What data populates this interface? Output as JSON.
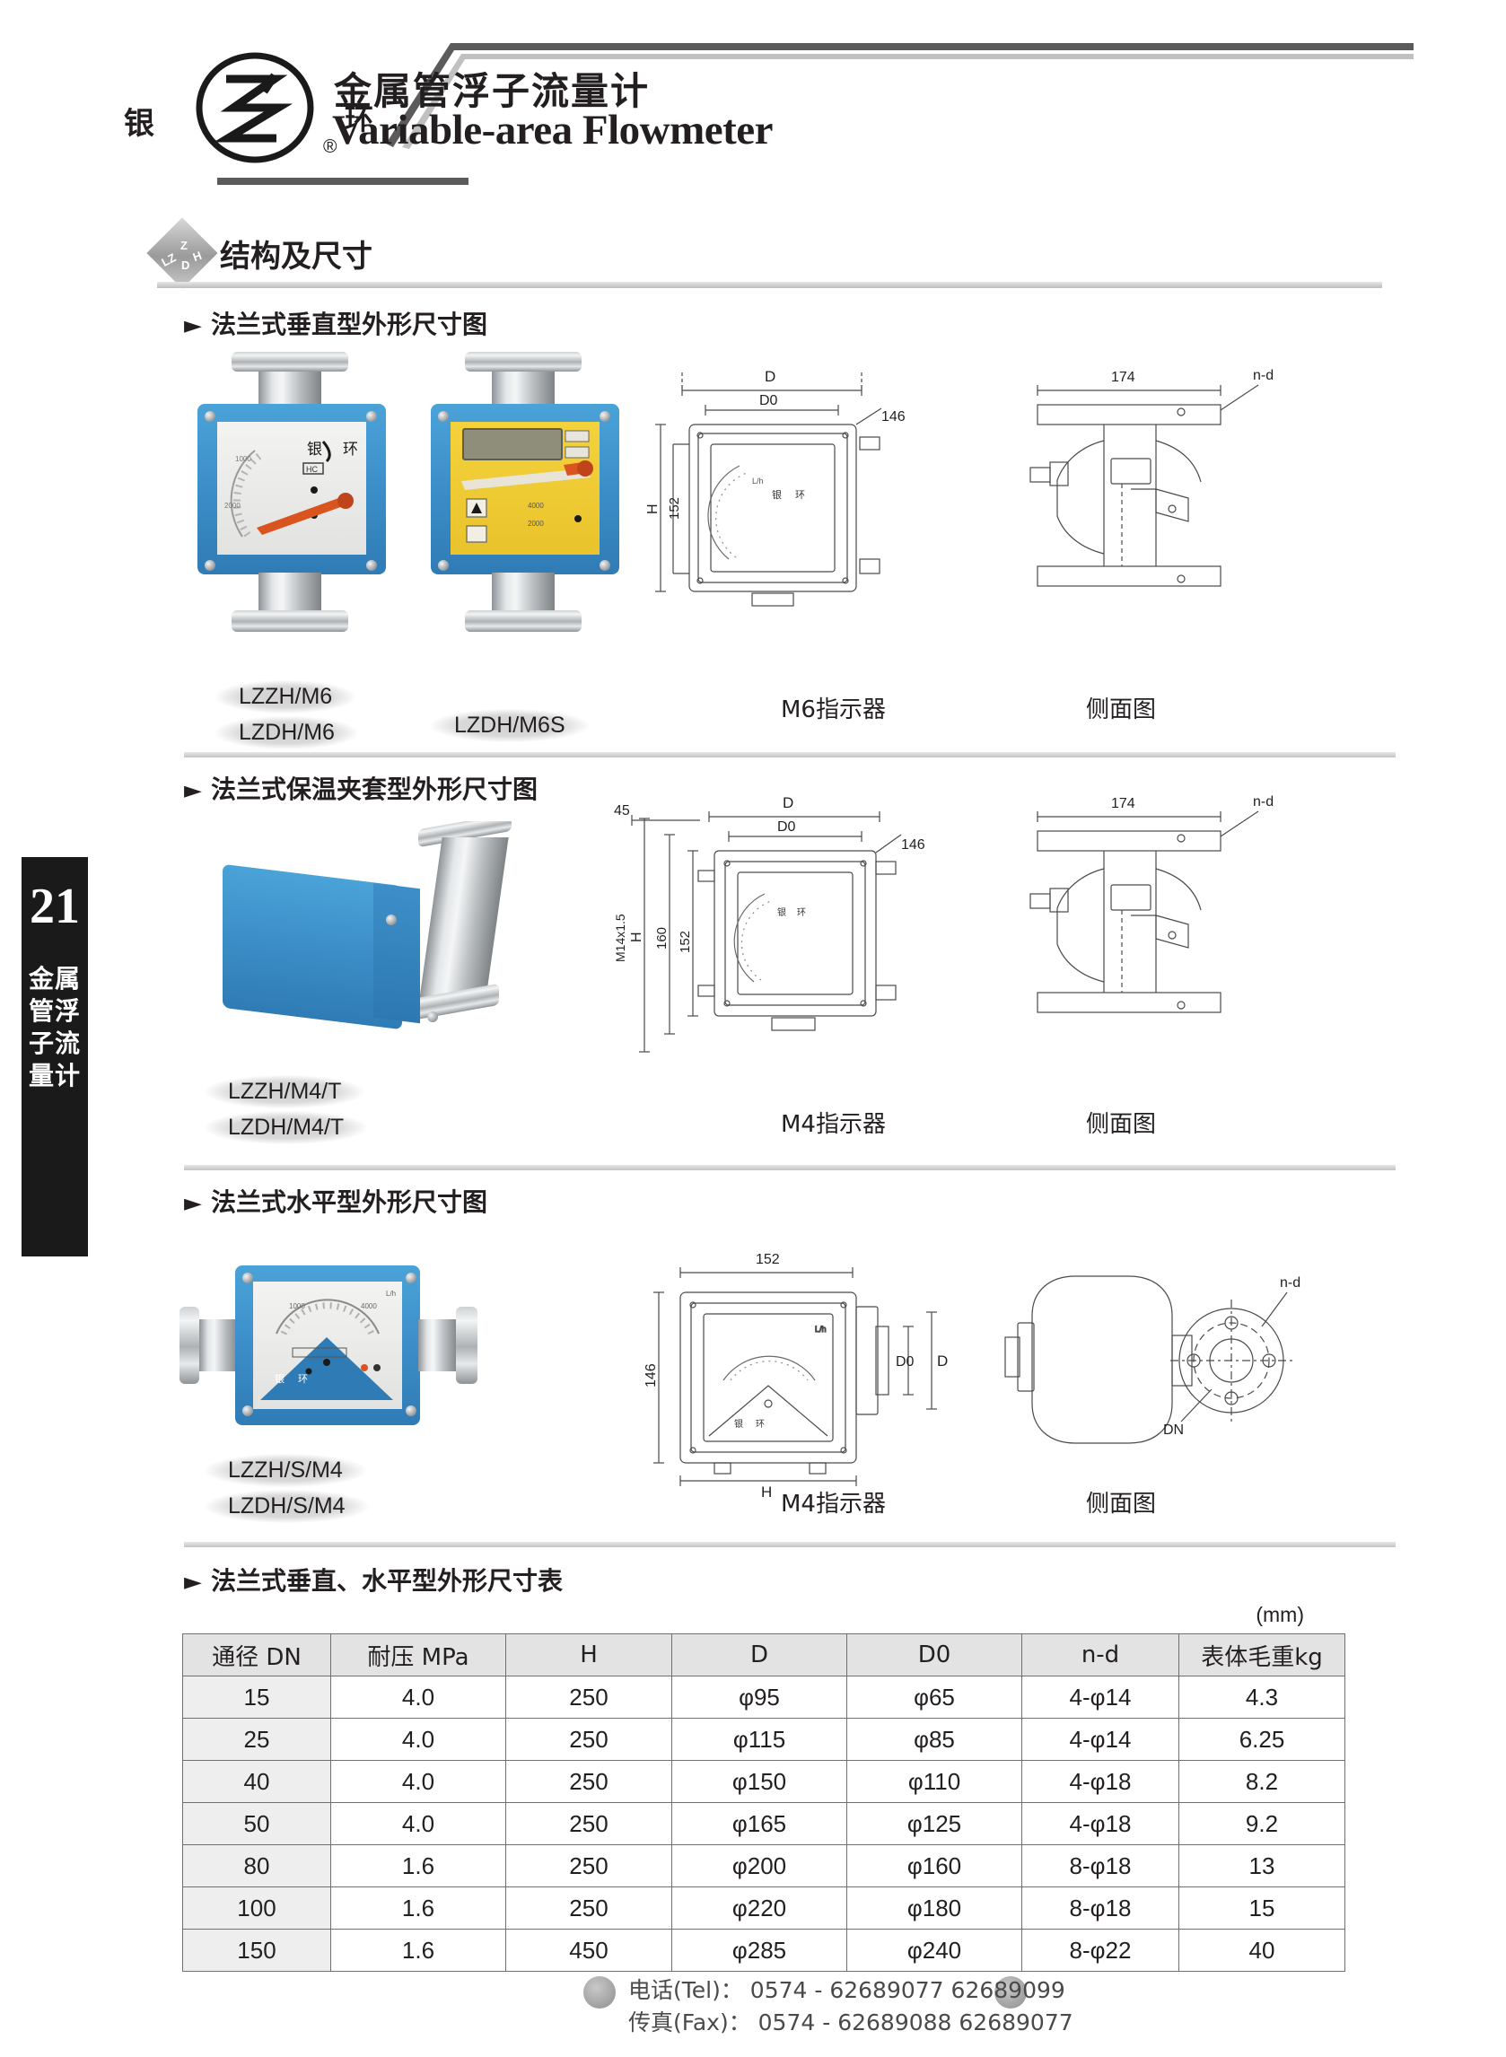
{
  "brand": {
    "cn_left": "银",
    "cn_right": "环",
    "registered": "®",
    "badge_lz": "LZ",
    "badge_z": "Z",
    "badge_d": "D",
    "badge_h": "H"
  },
  "header": {
    "title_cn": "金属管浮子流量计",
    "title_en": "Variable-area Flowmeter"
  },
  "sidebar": {
    "page_number": "21",
    "vertical_label": "金属管浮子流量计"
  },
  "section": {
    "title": "结构及尺寸"
  },
  "blocks": [
    {
      "heading": "法兰式垂直型外形尺寸图",
      "pills": [
        "LZZH/M6",
        "LZDH/M6",
        "LZDH/M6S"
      ],
      "captions": [
        "M6指示器",
        "侧面图"
      ],
      "dims": {
        "D": "D",
        "D0": "D0",
        "H": "H",
        "w146": "146",
        "h152": "152",
        "w174": "174",
        "nd": "n-d"
      }
    },
    {
      "heading": "法兰式保温夹套型外形尺寸图",
      "pills": [
        "LZZH/M4/T",
        "LZDH/M4/T"
      ],
      "captions": [
        "M4指示器",
        "侧面图"
      ],
      "dims": {
        "D": "D",
        "D0": "D0",
        "H": "H",
        "w146": "146",
        "h152": "152",
        "h160": "160",
        "v45": "45",
        "thread": "M14x1.5",
        "w174": "174",
        "nd": "n-d"
      }
    },
    {
      "heading": "法兰式水平型外形尺寸图",
      "pills": [
        "LZZH/S/M4",
        "LZDH/S/M4"
      ],
      "captions": [
        "M4指示器",
        "侧面图"
      ],
      "dims": {
        "w152": "152",
        "h146": "146",
        "H": "H",
        "D0": "D0",
        "D": "D",
        "DN": "DN",
        "nd": "n-d"
      }
    }
  ],
  "table": {
    "heading": "法兰式垂直、水平型外形尺寸表",
    "unit": "(mm)",
    "columns": [
      "通径 DN",
      "耐压 MPa",
      "H",
      "D",
      "D0",
      "n-d",
      "表体毛重kg"
    ],
    "rows": [
      [
        "15",
        "4.0",
        "250",
        "φ95",
        "φ65",
        "4-φ14",
        "4.3"
      ],
      [
        "25",
        "4.0",
        "250",
        "φ115",
        "φ85",
        "4-φ14",
        "6.25"
      ],
      [
        "40",
        "4.0",
        "250",
        "φ150",
        "φ110",
        "4-φ18",
        "8.2"
      ],
      [
        "50",
        "4.0",
        "250",
        "φ165",
        "φ125",
        "4-φ18",
        "9.2"
      ],
      [
        "80",
        "1.6",
        "250",
        "φ200",
        "φ160",
        "8-φ18",
        "13"
      ],
      [
        "100",
        "1.6",
        "250",
        "φ220",
        "φ180",
        "8-φ18",
        "15"
      ],
      [
        "150",
        "1.6",
        "450",
        "φ285",
        "φ240",
        "8-φ22",
        "40"
      ]
    ]
  },
  "footer": {
    "tel": "电话(Tel)：  0574 - 62689077  62689099",
    "fax": "传真(Fax)：  0574 - 62689088  62689077"
  },
  "colors": {
    "accent_blue": "#3f92cc",
    "panel_yellow": "#f0cb33",
    "rule_gray": "#c2c2c2",
    "ink": "#231f20"
  }
}
